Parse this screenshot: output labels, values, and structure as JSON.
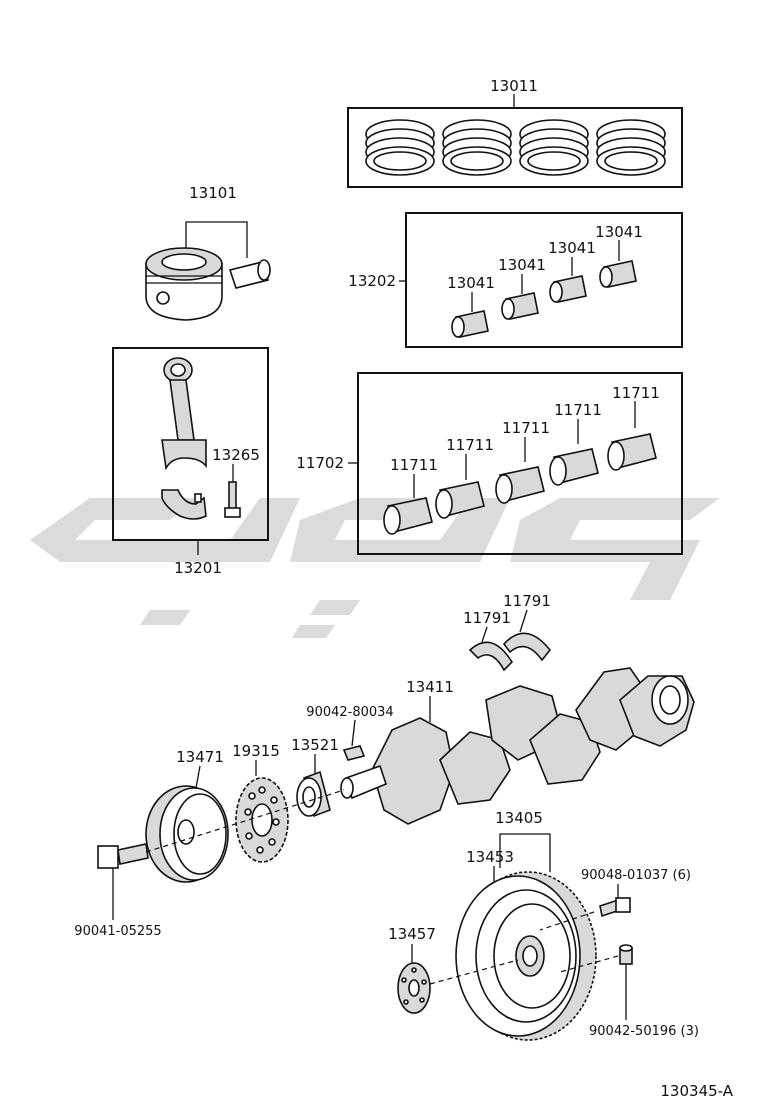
{
  "labels": {
    "piston_ring_set": "13011",
    "piston_with_pin": "13101",
    "conrod_bearing_set": "13202",
    "conrod_bearing_1": "13041",
    "conrod_bearing_2": "13041",
    "conrod_bearing_3": "13041",
    "conrod_bearing_4": "13041",
    "conrod_bolt": "13265",
    "conrod_assembly": "13201",
    "main_bearing_set": "11702",
    "main_bearing_1": "11711",
    "main_bearing_2": "11711",
    "main_bearing_3": "11711",
    "main_bearing_4": "11711",
    "main_bearing_5": "11711",
    "thrust_washer_1": "11791",
    "thrust_washer_2": "11791",
    "crankshaft": "13411",
    "crank_key": "90042-80034",
    "crank_pulley": "13471",
    "crank_sprocket": "19315",
    "crank_timing_gear": "13521",
    "pulley_bolt": "90041-05255",
    "flywheel_sub_assembly": "13405",
    "ring_gear": "13453",
    "flywheel_bolt": "90048-01037 (6)",
    "flywheel_plate": "13457",
    "flywheel_pin": "90042-50196 (3)",
    "diagram_code": "130345-A"
  },
  "colors": {
    "line": "#111111",
    "part_fill": "#ffffff",
    "shade": "#d9d9d9",
    "watermark": "#cfcfcf"
  }
}
